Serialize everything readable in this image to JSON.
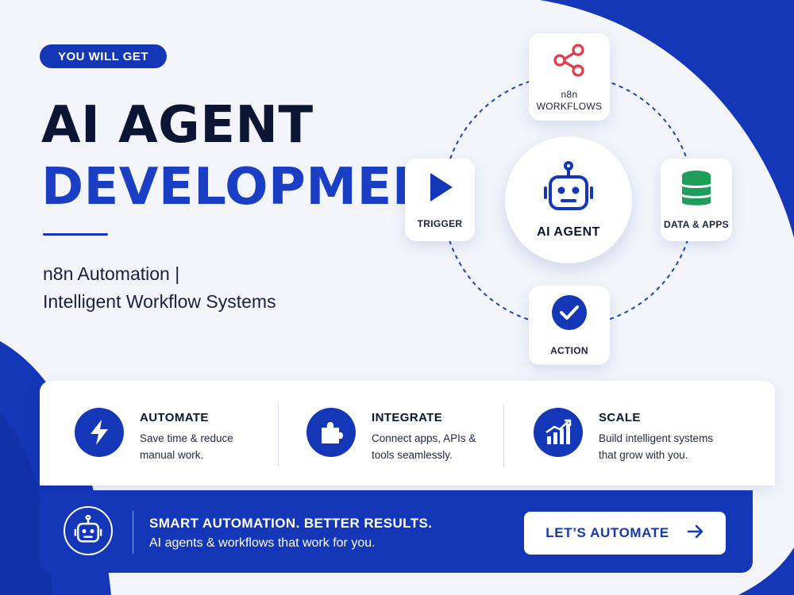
{
  "colors": {
    "brand_blue": "#1437b8",
    "title_dark": "#0c1533",
    "title_blue": "#1a3fc4",
    "background": "#f3f5fb",
    "share_icon_red": "#e6394a",
    "database_green": "#1e9e5a"
  },
  "header": {
    "badge": "YOU WILL GET",
    "title_line1": "AI AGENT",
    "title_line2": "DEVELOPMENT",
    "subtitle_line1": "n8n Automation |",
    "subtitle_line2": "Intelligent Workflow Systems"
  },
  "diagram": {
    "center": {
      "label": "AI AGENT",
      "icon": "robot-icon"
    },
    "nodes": [
      {
        "id": "top",
        "label_line1": "n8n",
        "label_line2": "WORKFLOWS",
        "icon": "share-icon"
      },
      {
        "id": "left",
        "label": "TRIGGER",
        "icon": "play-icon"
      },
      {
        "id": "right",
        "label": "DATA & APPS",
        "icon": "database-icon"
      },
      {
        "id": "bottom",
        "label": "ACTION",
        "icon": "check-circle-icon"
      }
    ]
  },
  "features": [
    {
      "title": "AUTOMATE",
      "desc": "Save time & reduce manual work.",
      "icon": "lightning-icon"
    },
    {
      "title": "INTEGRATE",
      "desc": "Connect apps, APIs & tools seamlessly.",
      "icon": "puzzle-icon"
    },
    {
      "title": "SCALE",
      "desc": "Build intelligent systems that grow with you.",
      "icon": "growth-chart-icon"
    }
  ],
  "banner": {
    "title": "SMART AUTOMATION. BETTER RESULTS.",
    "subtitle": "AI agents & workflows that work for you.",
    "cta_label": "LET’S AUTOMATE",
    "icon": "robot-icon",
    "cta_icon": "arrow-right-icon"
  }
}
